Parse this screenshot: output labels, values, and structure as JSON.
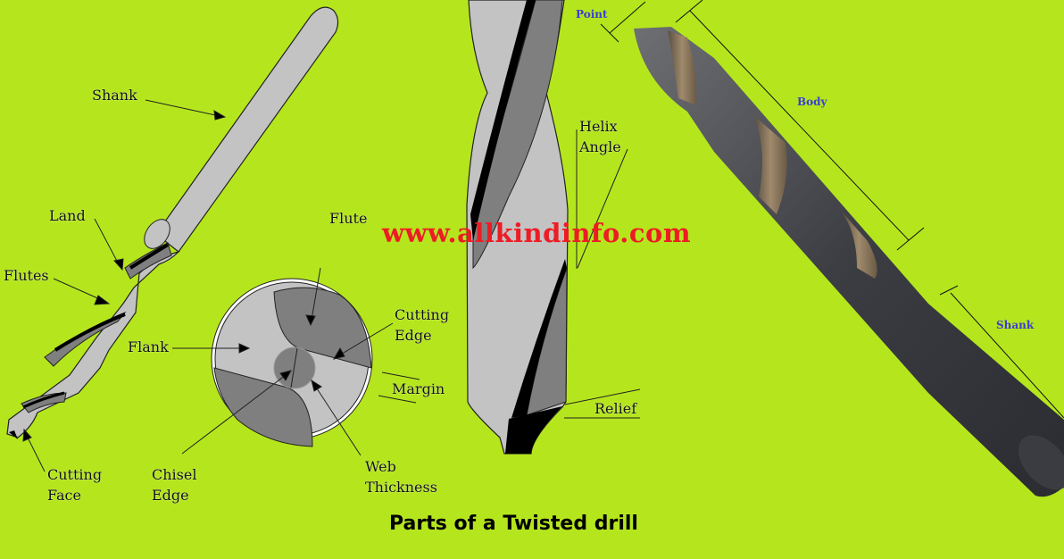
{
  "diagram": {
    "caption": "Parts of a Twisted drill",
    "watermark": "www.allkindinfo.com",
    "colors": {
      "background": "#b5e61d",
      "watermark": "#ed1c24",
      "photo_labels": "#3a3fd0",
      "drawing_light_gray": "#c3c3c3",
      "drawing_dark_gray": "#7f7f7f"
    },
    "left_drill_labels": {
      "shank": "Shank",
      "land": "Land",
      "flutes": "Flutes",
      "cutting_face": "Cutting\nFace"
    },
    "cross_section_labels": {
      "flute": "Flute",
      "flank": "Flank",
      "cutting_edge": "Cutting\nEdge",
      "margin": "Margin",
      "chisel_edge": "Chisel\nEdge",
      "web_thickness": "Web\nThickness"
    },
    "center_drill_labels": {
      "helix_angle": "Helix\nAngle",
      "relief": "Relief"
    },
    "photo_drill_labels": {
      "point": "Point",
      "body": "Body",
      "shank": "Shank"
    }
  }
}
